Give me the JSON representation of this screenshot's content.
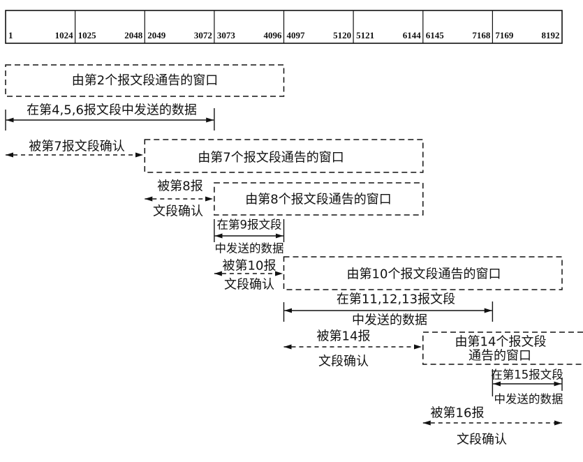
{
  "sequence_bar": {
    "cells": [
      {
        "start": "1",
        "end": "1024"
      },
      {
        "start": "1025",
        "end": "2048"
      },
      {
        "start": "2049",
        "end": "3072"
      },
      {
        "start": "3073",
        "end": "4096"
      },
      {
        "start": "4097",
        "end": "5120"
      },
      {
        "start": "5121",
        "end": "6144"
      },
      {
        "start": "6145",
        "end": "7168"
      },
      {
        "start": "7169",
        "end": "8192"
      }
    ]
  },
  "advertised_windows": [
    {
      "lines": [
        "由第2个报文段通告的窗口"
      ]
    },
    {
      "lines": [
        "由第7个报文段通告的窗口"
      ]
    },
    {
      "lines": [
        "由第8个报文段通告的窗口"
      ]
    },
    {
      "lines": [
        "由第10个报文段通告的窗口"
      ]
    },
    {
      "lines": [
        "由第14个报文段",
        "通告的窗口"
      ]
    }
  ],
  "data_sent": [
    {
      "lines": [
        "在第4,5,6报文段中发送的数据"
      ]
    },
    {
      "lines": [
        "在第9报文段",
        "中发送的数据"
      ]
    },
    {
      "lines": [
        "在第11,12,13报文段",
        "中发送的数据"
      ]
    },
    {
      "lines": [
        "在第15报文段",
        "中发送的数据"
      ]
    }
  ],
  "acknowledged": [
    {
      "lines": [
        "被第7报文段确认"
      ]
    },
    {
      "lines": [
        "被第8报",
        "文段确认"
      ]
    },
    {
      "lines": [
        "被第10报",
        "文段确认"
      ]
    },
    {
      "lines": [
        "被第14报",
        "文段确认"
      ]
    },
    {
      "lines": [
        "被第16报",
        "文段确认"
      ]
    }
  ]
}
